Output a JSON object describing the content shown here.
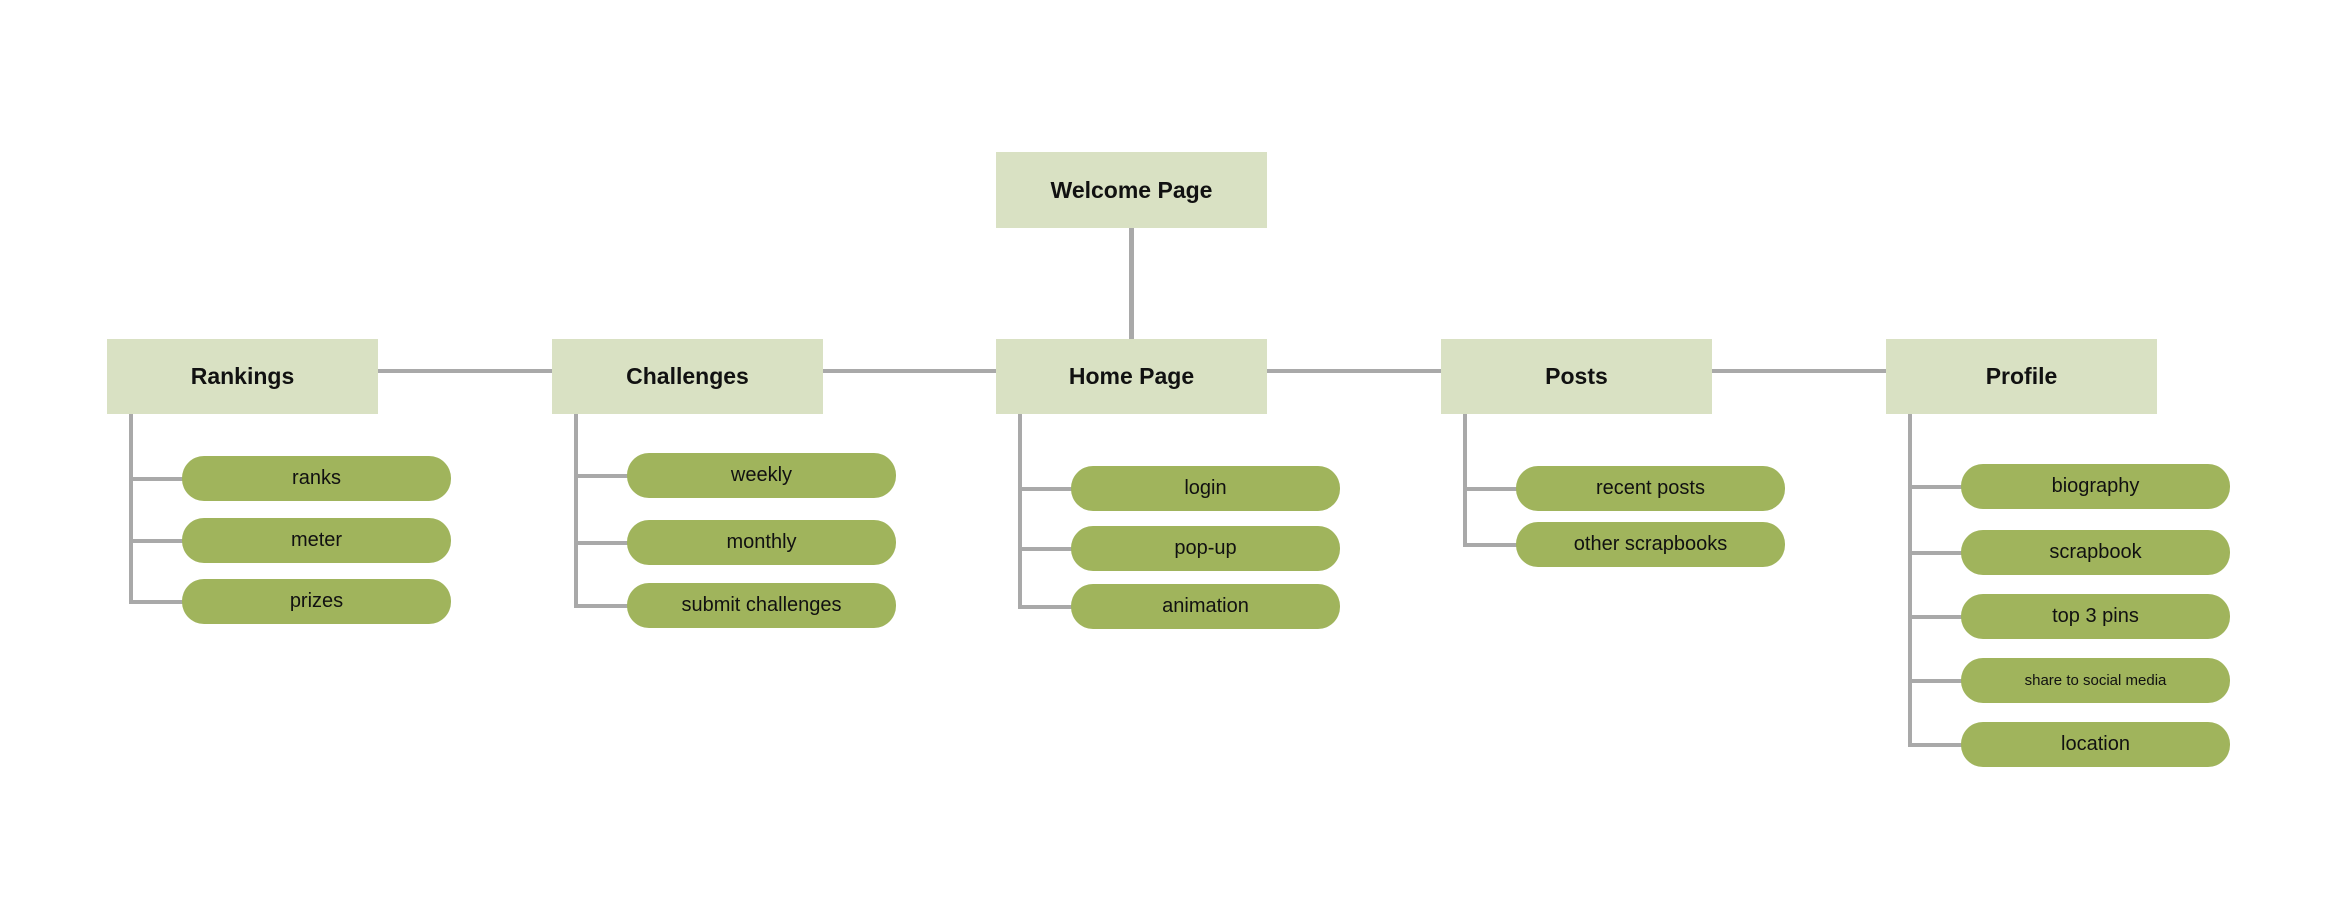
{
  "diagram": {
    "root": {
      "label": "Welcome Page"
    },
    "columns": [
      {
        "label": "Rankings",
        "children": [
          "ranks",
          "meter",
          "prizes"
        ]
      },
      {
        "label": "Challenges",
        "children": [
          "weekly",
          "monthly",
          "submit challenges"
        ]
      },
      {
        "label": "Home Page",
        "children": [
          "login",
          "pop-up",
          "animation"
        ]
      },
      {
        "label": "Posts",
        "children": [
          "recent posts",
          "other scrapbooks"
        ]
      },
      {
        "label": "Profile",
        "children": [
          "biography",
          "scrapbook",
          "top 3 pins",
          "share to social media",
          "location"
        ]
      }
    ],
    "colors": {
      "parent_box": "#d9e1c3",
      "child_pill": "#a0b45c",
      "connector": "#a9a9a9",
      "text": "#111111",
      "background": "#ffffff"
    }
  }
}
